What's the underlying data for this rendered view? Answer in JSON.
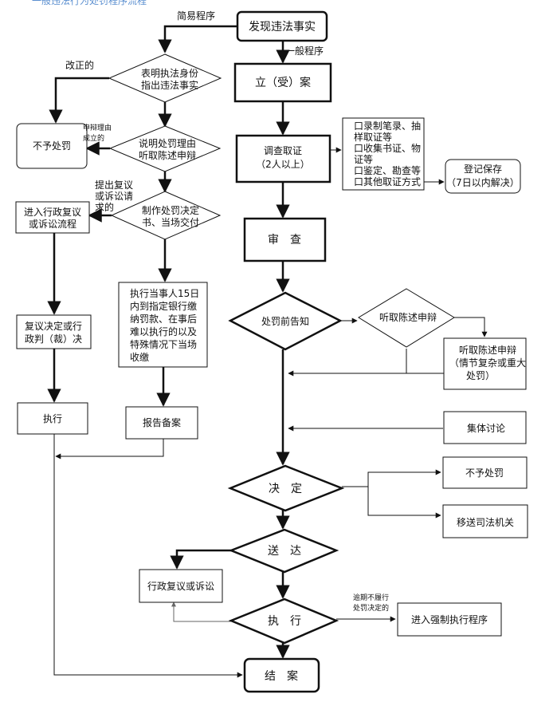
{
  "top_title": "一般违法行为处罚程序流程",
  "nodes": {
    "discover": "发现违法事实",
    "simple_label": "简易程序",
    "general_label": "一般程序",
    "register_case": "立（受）案",
    "identify": [
      "表明执法身份",
      "指出违法事实"
    ],
    "corrected": "改正的",
    "no_penalty_left": "不予处罚",
    "defense_established": [
      "申辩理由",
      "成立的"
    ],
    "explain": [
      "说明处罚理由",
      "听取陈述申辩"
    ],
    "appeal_label": [
      "提出复议",
      "或诉讼请",
      "求的"
    ],
    "make_decision": [
      "制作处罚决定",
      "书、当场交付"
    ],
    "enter_review": [
      "进入行政复议",
      "或诉讼流程"
    ],
    "execute_payment": [
      "执行当事人15日",
      "内到指定银行缴",
      "纳罚款、在事后",
      "难以执行的以及",
      "特殊情况下当场",
      "收缴"
    ],
    "review_decision": [
      "复议决定或行",
      "政判（裁）决"
    ],
    "execute_left": "执行",
    "report_file": "报告备案",
    "investigate": [
      "调查取证",
      "（2人以上）"
    ],
    "evidence_methods": [
      "口录制笔录、抽",
      "样取证等",
      "口收集书证、物",
      "证等",
      "口鉴定、勘查等",
      "口其他取证方式"
    ],
    "register_save": [
      "登记保存",
      "（7日以内解决）"
    ],
    "review": "审　查",
    "pre_notice": "处罚前告知",
    "hear_defense": "听取陈述申辩",
    "hearing_complex": [
      "听取陈述申辩",
      "（情节复杂或重大",
      "处罚）"
    ],
    "collective": "集体讨论",
    "decide": "决　定",
    "no_penalty_right": "不予处罚",
    "transfer_judicial": "移送司法机关",
    "serve": "送　达",
    "admin_review": "行政复议或诉讼",
    "execute_main": "执　行",
    "overdue_label": [
      "逾期不履行",
      "处罚决定的"
    ],
    "force_exec": "进入强制执行程序",
    "close_case": "结　案"
  }
}
